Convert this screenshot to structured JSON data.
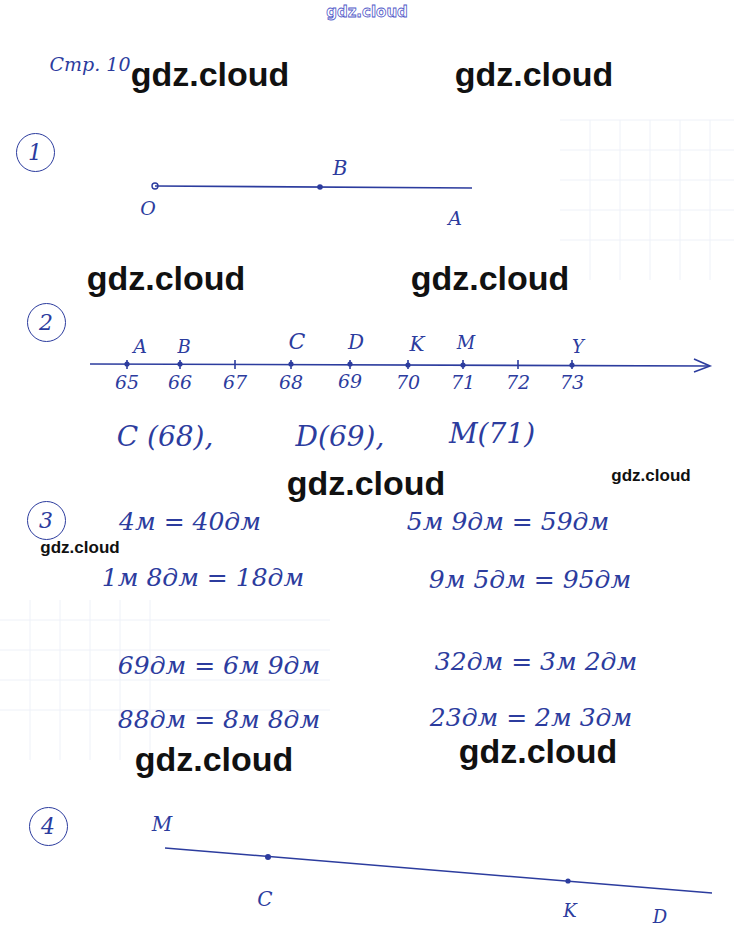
{
  "diagram": {
    "nodes": [
      {
        "text": [
          "1"
        ]
      },
      {
        "text": [
          "2"
        ]
      },
      {
        "text": [
          "3"
        ]
      },
      {
        "text": [
          "4"
        ]
      }
    ],
    "labels": [
      "gdz.cloud",
      "Стр. 10",
      "gdz.cloud",
      "gdz.cloud",
      "B",
      "O",
      "A",
      "gdz.cloud",
      "gdz.cloud",
      "A",
      "B",
      "C",
      "D",
      "K",
      "M",
      "Y",
      "65",
      "66",
      "67",
      "68",
      "69",
      "70",
      "71",
      "72",
      "73",
      "C (68),",
      "D(69),",
      "M(71)",
      "gdz.cloud",
      "gdz.cloud",
      "gdz.cloud",
      "4м = 40дм",
      "5м 9дм = 59дм",
      "1м 8дм = 18дм",
      "9м 5дм = 95дм",
      "69дм = 6м 9дм",
      "32дм = 3м 2дм",
      "88дм = 8м 8дм",
      "23дм = 2м 3дм",
      "gdz.cloud",
      "gdz.cloud",
      "M",
      "C",
      "K",
      "D"
    ]
  }
}
